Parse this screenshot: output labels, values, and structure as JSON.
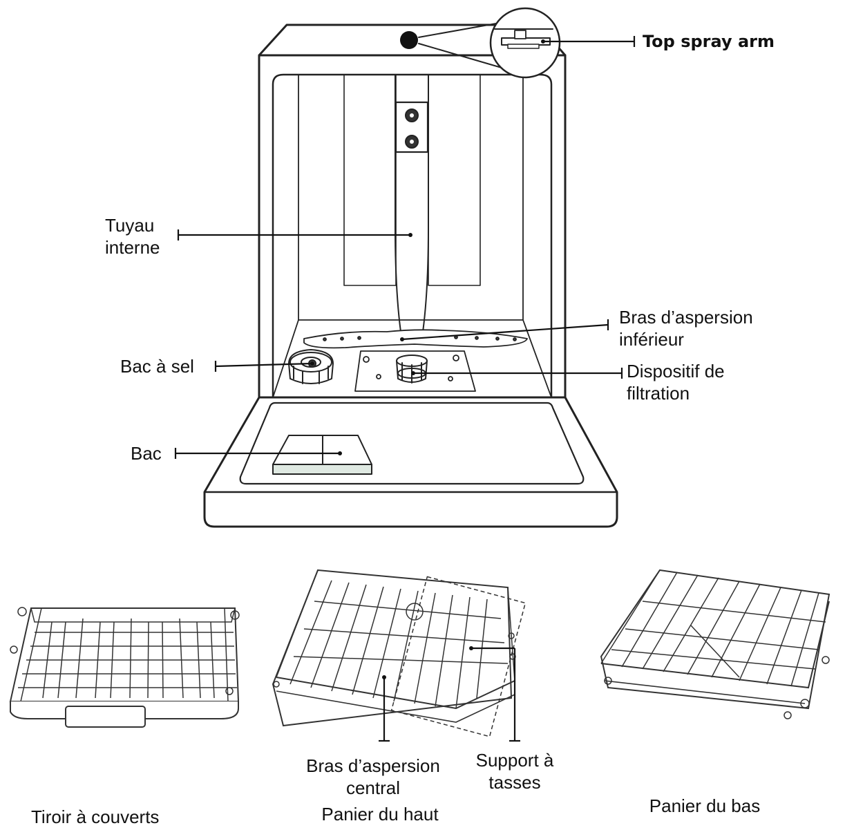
{
  "labels": {
    "top_spray_arm": "Top spray arm",
    "tuyau_line1": "Tuyau",
    "tuyau_line2": "interne",
    "bras_inf_line1": "Bras d’aspersion",
    "bras_inf_line2": "inférieur",
    "bac_sel": "Bac à sel",
    "filtration_line1": "Dispositif de",
    "filtration_line2": "filtration",
    "bac": "Bac",
    "tiroir": "Tiroir à  couverts",
    "bras_central_line1": "Bras d’aspersion",
    "bras_central_line2": "central",
    "support_line1": "Support à",
    "support_line2": "tasses",
    "panier_haut": "Panier du haut",
    "panier_bas": "Panier du bas"
  }
}
